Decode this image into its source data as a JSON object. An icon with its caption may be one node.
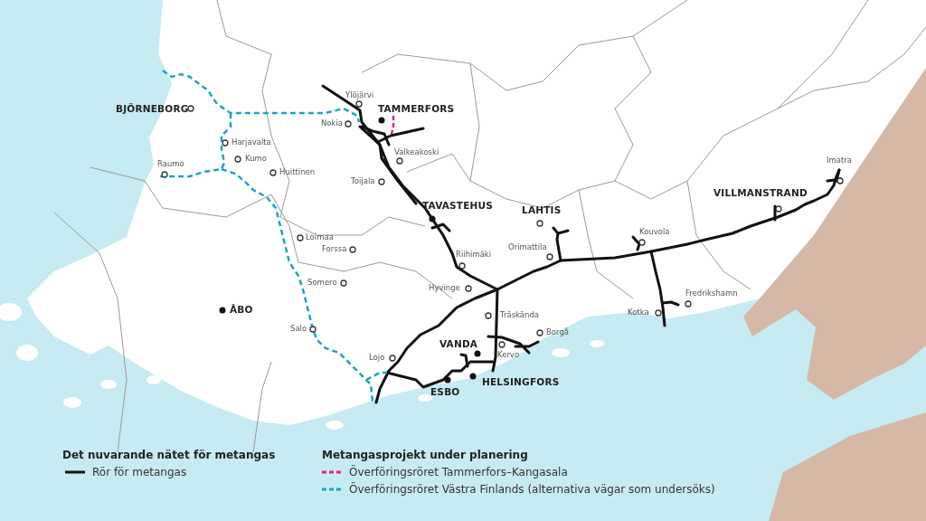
{
  "diagram": {
    "labels": [
      "Ylöjärvi",
      "BJÖRNEBORG",
      "TAMMERFORS",
      "Nokia",
      "Harjavalta",
      "Kumo",
      "Valkeakoski",
      "Raumo",
      "Huittinen",
      "Toijala",
      "Imatra",
      "VILLMANSTRAND",
      "TAVASTEHUS",
      "LAHTIS",
      "Kouvola",
      "Loimaa",
      "Forssa",
      "Orimattila",
      "Riihimäki",
      "Somero",
      "Hyvinge",
      "Fredrikshamn",
      "ÅBO",
      "Kotka",
      "Träskända",
      "Salo",
      "Borgå",
      "VANDA",
      "Kervo",
      "Lojo",
      "HELSINGFORS",
      "ESBO",
      "Det nuvarande nätet för metangas",
      "Metangasprojekt under planering"
    ],
    "legend": [
      {
        "text": "Rör för metangas"
      },
      {
        "text": "Överföringsröret Tammerfors–Kangasala"
      },
      {
        "text": "Överföringsröret Västra Finlands (alternativa vägar som undersöks)"
      }
    ]
  }
}
